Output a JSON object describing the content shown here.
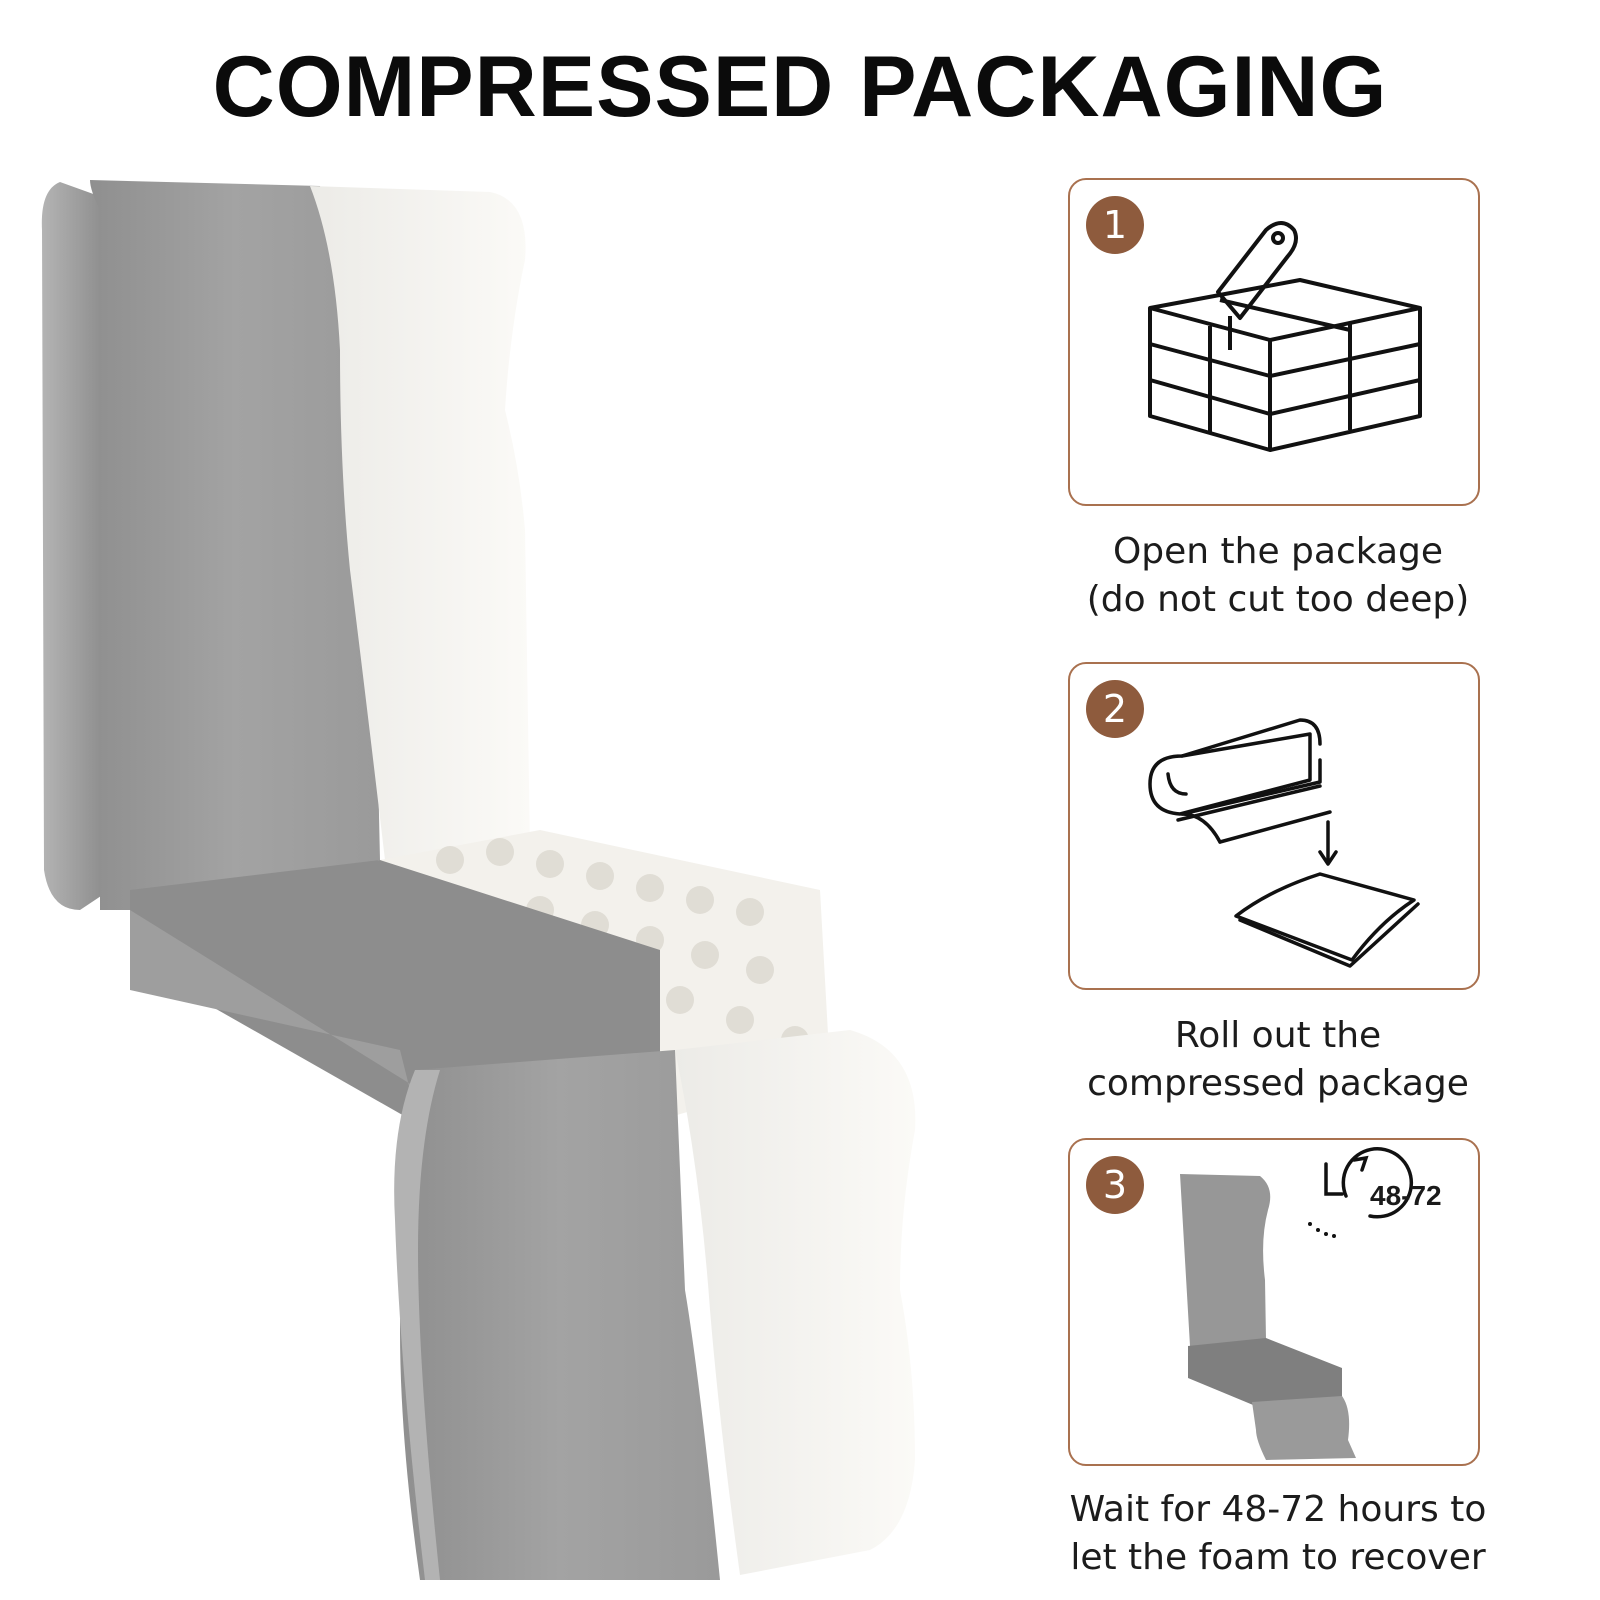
{
  "title": "COMPRESSED PACKAGING",
  "colors": {
    "accent": "#8e5b3d",
    "border": "#a9714f",
    "foam_gray": "#9c9c9c",
    "foam_white": "#f6f5f2"
  },
  "steps": [
    {
      "number": "1",
      "icon": "cut-box-icon",
      "caption_lines": [
        "Open the package",
        "(do not cut too deep)"
      ]
    },
    {
      "number": "2",
      "icon": "rolled-foam-icon",
      "caption_lines": [
        "Roll out the",
        "compressed package"
      ]
    },
    {
      "number": "3",
      "icon": "timer-icon",
      "timer_label": "48-72",
      "caption_lines": [
        "Wait for 48-72 hours to",
        "let the foam to recover"
      ]
    }
  ]
}
